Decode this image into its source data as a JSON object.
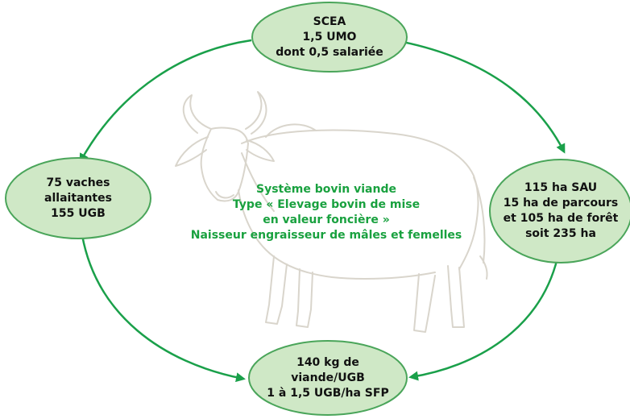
{
  "colors": {
    "ellipse_fill": "#cfe8c6",
    "ellipse_stroke": "#4aa55a",
    "arrow": "#1aa04a",
    "center_text": "#19a13f",
    "cow_outline": "#d9d5cc"
  },
  "nodes": {
    "top": {
      "lines": [
        "SCEA",
        "1,5 UMO",
        "dont 0,5 salariée"
      ]
    },
    "left": {
      "lines": [
        "75 vaches",
        "allaitantes",
        "155 UGB"
      ]
    },
    "right": {
      "lines": [
        "115 ha SAU",
        "15 ha de parcours",
        "et 105 ha de forêt",
        "soit 235 ha"
      ]
    },
    "bottom": {
      "lines": [
        "140 kg de",
        "viande/UGB",
        "1 à 1,5 UGB/ha SFP"
      ]
    }
  },
  "center": {
    "lines": [
      "Système bovin viande",
      "Type « Elevage bovin de mise",
      "en valeur foncière »",
      "Naisseur engraisseur de mâles et femelles"
    ]
  },
  "background_icon": "cow-illustration"
}
